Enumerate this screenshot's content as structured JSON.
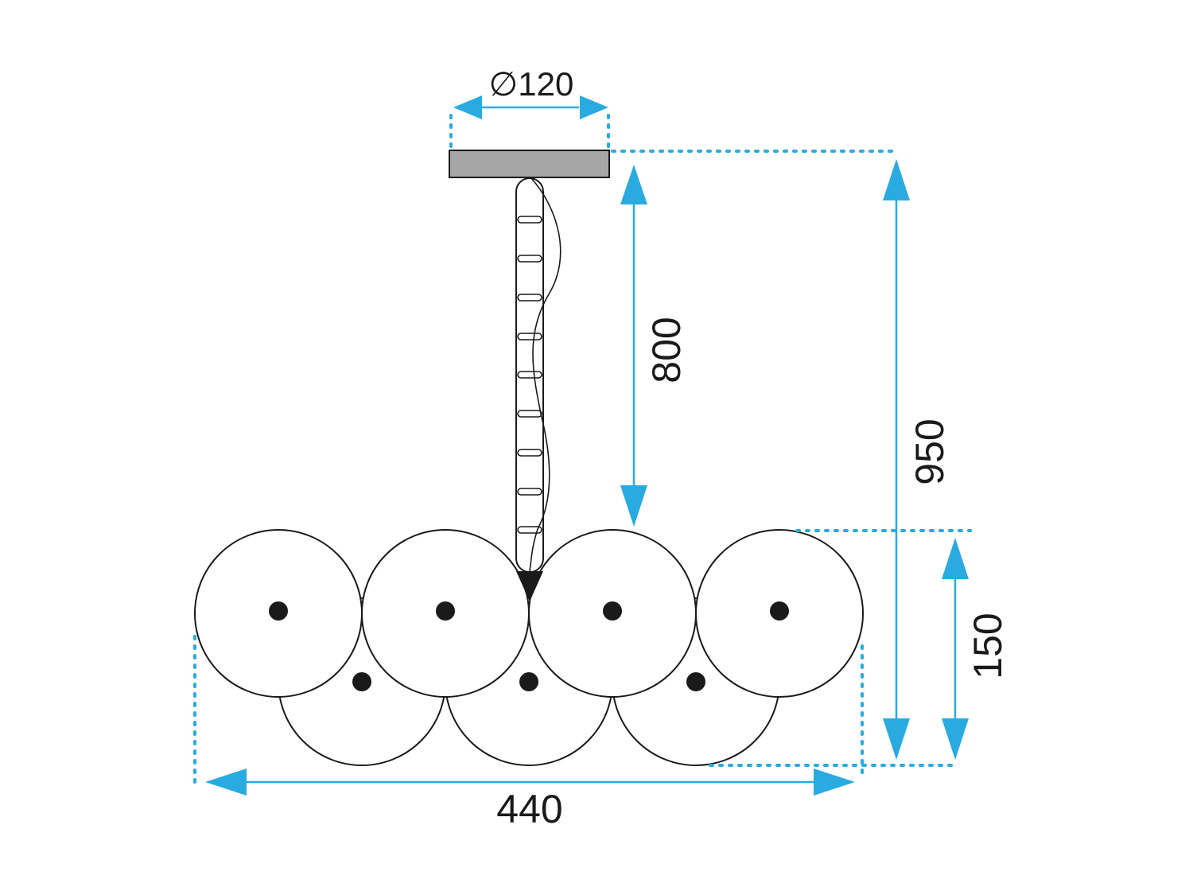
{
  "dimensions": {
    "canopy_diameter": "∅120",
    "rod_length": "800",
    "total_height": "950",
    "shade_height": "150",
    "total_width": "440"
  },
  "colors": {
    "dimension_line": "#29abe2",
    "outline": "#1a1a1a",
    "canopy_fill": "#a6a6a6",
    "background": "#ffffff"
  }
}
